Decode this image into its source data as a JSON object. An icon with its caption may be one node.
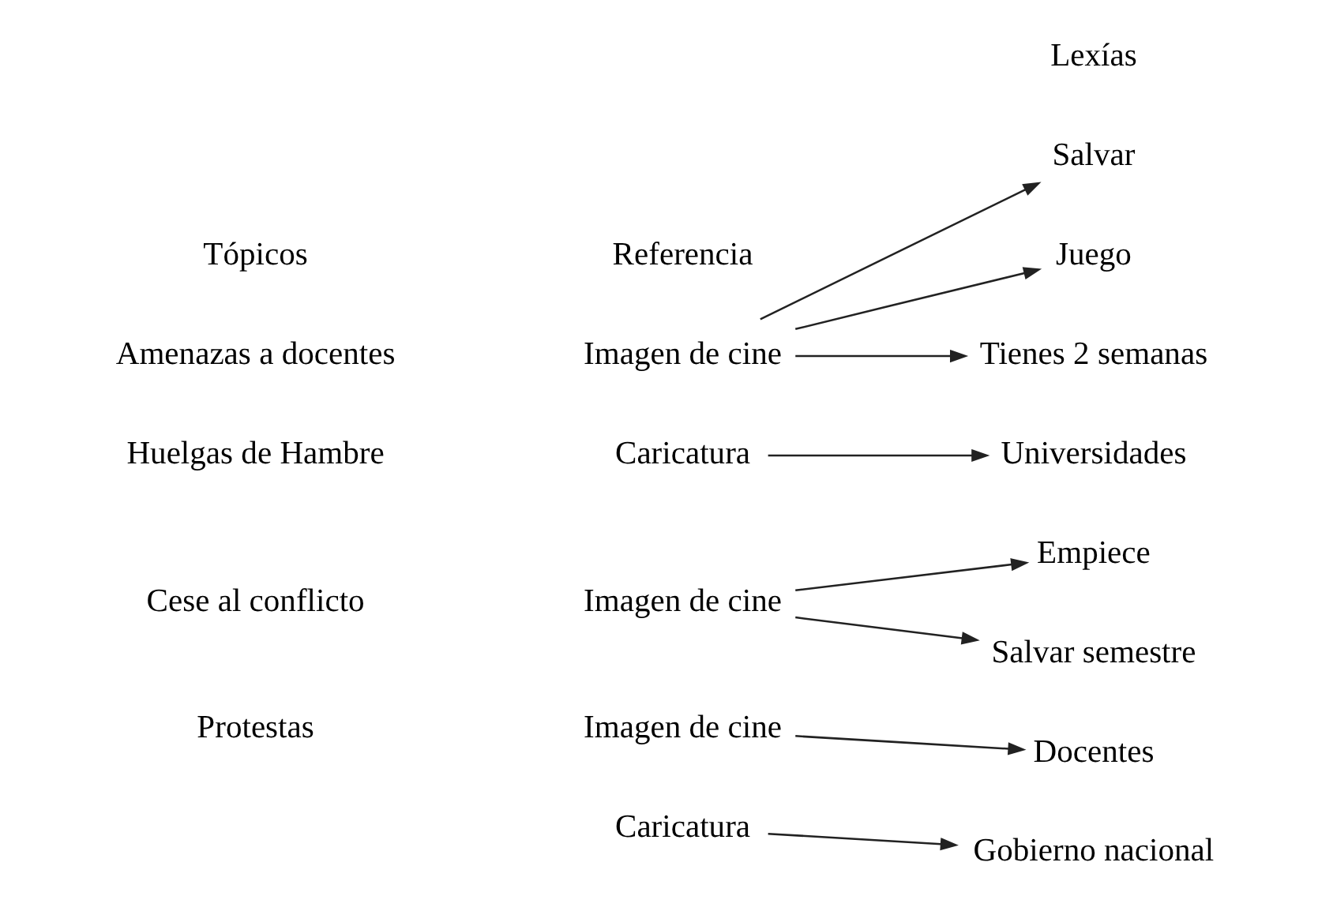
{
  "diagram": {
    "nodes": [
      {
        "text": [
          "Imagen de cine"
        ]
      },
      {
        "text": [
          "Tienes 2 semanas"
        ]
      },
      {
        "text": [
          "Salvar"
        ]
      },
      {
        "text": [
          "Juego"
        ]
      },
      {
        "text": [
          "Caricatura"
        ]
      },
      {
        "text": [
          "Universidades"
        ]
      },
      {
        "text": [
          "Imagen de cine"
        ]
      },
      {
        "text": [
          "Empiece"
        ]
      },
      {
        "text": [
          "Salvar semestre"
        ]
      },
      {
        "text": [
          "Imagen de cine"
        ]
      },
      {
        "text": [
          "Docentes"
        ]
      },
      {
        "text": [
          "Caricatura"
        ]
      },
      {
        "text": [
          "Gobierno nacional"
        ]
      }
    ],
    "edges": [
      {
        "from": 0,
        "to": 1,
        "arrow": "to"
      },
      {
        "from": 0,
        "to": 2,
        "arrow": "to"
      },
      {
        "from": 0,
        "to": 3,
        "arrow": "to"
      },
      {
        "from": 4,
        "to": 5,
        "arrow": "to"
      },
      {
        "from": 6,
        "to": 7,
        "arrow": "to"
      },
      {
        "from": 6,
        "to": 8,
        "arrow": "to"
      },
      {
        "from": 9,
        "to": 10,
        "arrow": "to"
      },
      {
        "from": 11,
        "to": 12,
        "arrow": "to"
      }
    ],
    "labels": [
      "Tópicos",
      "Referencia",
      "Lexías",
      "Amenazas a docentes",
      "Huelgas de Hambre",
      "Cese al conflicto",
      "Protestas"
    ]
  }
}
